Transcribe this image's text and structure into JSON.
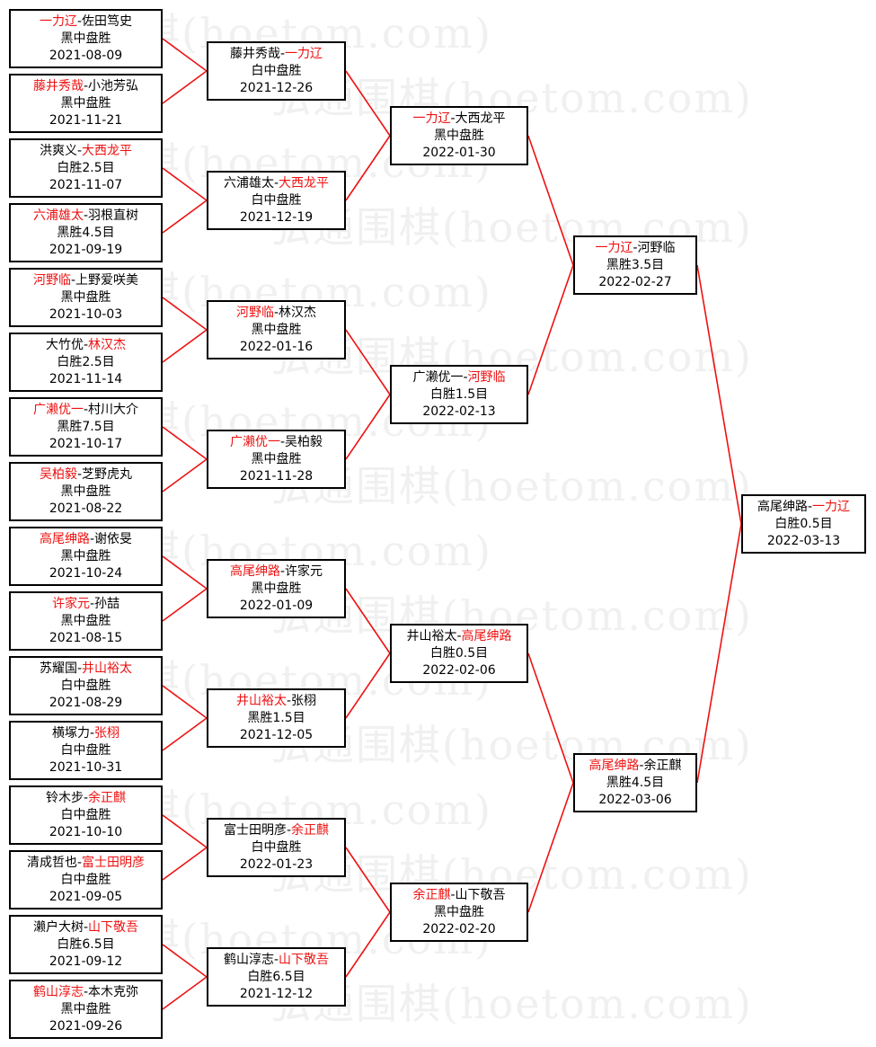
{
  "watermark": "弘通围棋(hoetom.com)",
  "line_color": "#ee1111",
  "winner_color": "#ee1111",
  "rounds": [
    [
      {
        "players": [
          "一力辽",
          "佐田笃史"
        ],
        "winner": 0,
        "result": "黑中盘胜",
        "date": "2021-08-09"
      },
      {
        "players": [
          "藤井秀哉",
          "小池芳弘"
        ],
        "winner": 0,
        "result": "黑中盘胜",
        "date": "2021-11-21"
      },
      {
        "players": [
          "洪爽义",
          "大西龙平"
        ],
        "winner": 1,
        "result": "白胜2.5目",
        "date": "2021-11-07"
      },
      {
        "players": [
          "六浦雄太",
          "羽根直树"
        ],
        "winner": 0,
        "result": "黑胜4.5目",
        "date": "2021-09-19"
      },
      {
        "players": [
          "河野临",
          "上野爱咲美"
        ],
        "winner": 0,
        "result": "黑中盘胜",
        "date": "2021-10-03"
      },
      {
        "players": [
          "大竹优",
          "林汉杰"
        ],
        "winner": 1,
        "result": "白胜2.5目",
        "date": "2021-11-14"
      },
      {
        "players": [
          "广濑优一",
          "村川大介"
        ],
        "winner": 0,
        "result": "黑胜7.5目",
        "date": "2021-10-17"
      },
      {
        "players": [
          "吴柏毅",
          "芝野虎丸"
        ],
        "winner": 0,
        "result": "黑中盘胜",
        "date": "2021-08-22"
      },
      {
        "players": [
          "高尾绅路",
          "谢依旻"
        ],
        "winner": 0,
        "result": "黑中盘胜",
        "date": "2021-10-24"
      },
      {
        "players": [
          "许家元",
          "孙喆"
        ],
        "winner": 0,
        "result": "黑中盘胜",
        "date": "2021-08-15"
      },
      {
        "players": [
          "苏耀国",
          "井山裕太"
        ],
        "winner": 1,
        "result": "白中盘胜",
        "date": "2021-08-29"
      },
      {
        "players": [
          "横塚力",
          "张栩"
        ],
        "winner": 1,
        "result": "白中盘胜",
        "date": "2021-10-31"
      },
      {
        "players": [
          "铃木步",
          "余正麒"
        ],
        "winner": 1,
        "result": "白中盘胜",
        "date": "2021-10-10"
      },
      {
        "players": [
          "清成哲也",
          "富士田明彦"
        ],
        "winner": 1,
        "result": "白中盘胜",
        "date": "2021-09-05"
      },
      {
        "players": [
          "濑户大树",
          "山下敬吾"
        ],
        "winner": 1,
        "result": "白胜6.5目",
        "date": "2021-09-12"
      },
      {
        "players": [
          "鹤山淳志",
          "本木克弥"
        ],
        "winner": 0,
        "result": "黑中盘胜",
        "date": "2021-09-26"
      }
    ],
    [
      {
        "players": [
          "藤井秀哉",
          "一力辽"
        ],
        "winner": 1,
        "result": "白中盘胜",
        "date": "2021-12-26"
      },
      {
        "players": [
          "六浦雄太",
          "大西龙平"
        ],
        "winner": 1,
        "result": "白中盘胜",
        "date": "2021-12-19"
      },
      {
        "players": [
          "河野临",
          "林汉杰"
        ],
        "winner": 0,
        "result": "黑中盘胜",
        "date": "2022-01-16"
      },
      {
        "players": [
          "广濑优一",
          "吴柏毅"
        ],
        "winner": 0,
        "result": "黑中盘胜",
        "date": "2021-11-28"
      },
      {
        "players": [
          "高尾绅路",
          "许家元"
        ],
        "winner": 0,
        "result": "黑中盘胜",
        "date": "2022-01-09"
      },
      {
        "players": [
          "井山裕太",
          "张栩"
        ],
        "winner": 0,
        "result": "黑胜1.5目",
        "date": "2021-12-05"
      },
      {
        "players": [
          "富士田明彦",
          "余正麒"
        ],
        "winner": 1,
        "result": "白中盘胜",
        "date": "2022-01-23"
      },
      {
        "players": [
          "鹤山淳志",
          "山下敬吾"
        ],
        "winner": 1,
        "result": "白胜6.5目",
        "date": "2021-12-12"
      }
    ],
    [
      {
        "players": [
          "一力辽",
          "大西龙平"
        ],
        "winner": 0,
        "result": "黑中盘胜",
        "date": "2022-01-30"
      },
      {
        "players": [
          "广濑优一",
          "河野临"
        ],
        "winner": 1,
        "result": "白胜1.5目",
        "date": "2022-02-13"
      },
      {
        "players": [
          "井山裕太",
          "高尾绅路"
        ],
        "winner": 1,
        "result": "白胜0.5目",
        "date": "2022-02-06"
      },
      {
        "players": [
          "余正麒",
          "山下敬吾"
        ],
        "winner": 0,
        "result": "黑中盘胜",
        "date": "2022-02-20"
      }
    ],
    [
      {
        "players": [
          "一力辽",
          "河野临"
        ],
        "winner": 0,
        "result": "黑胜3.5目",
        "date": "2022-02-27"
      },
      {
        "players": [
          "高尾绅路",
          "余正麒"
        ],
        "winner": 0,
        "result": "黑胜4.5目",
        "date": "2022-03-06"
      }
    ],
    [
      {
        "players": [
          "高尾绅路",
          "一力辽"
        ],
        "winner": 1,
        "result": "白胜0.5目",
        "date": "2022-03-13"
      }
    ]
  ]
}
